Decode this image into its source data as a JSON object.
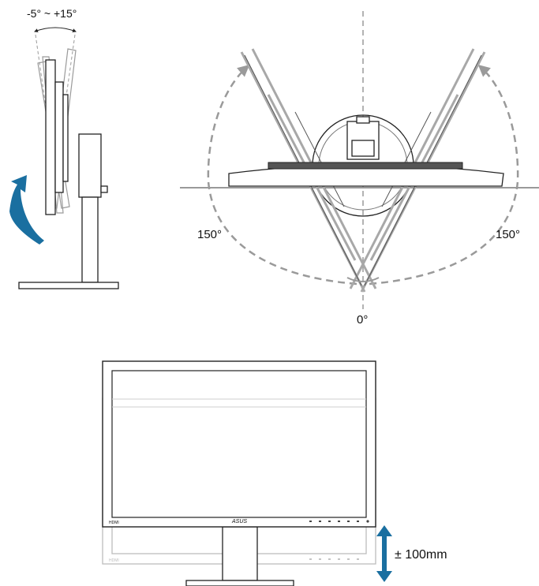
{
  "labels": {
    "tilt_range": "-5° ~ +15°",
    "swivel_left": "150°",
    "swivel_right": "150°",
    "swivel_center": "0°",
    "height_adjust": "± 100mm"
  },
  "bezel_text": {
    "brand": "ASUS",
    "port_label": "HDMI"
  },
  "colors": {
    "tilt_arrow": "#1a6fa0",
    "height_arrow": "#1a6fa0",
    "guide_dash": "#9a9a9a",
    "outline": "#222222",
    "ghost": "#b8b8b8"
  }
}
